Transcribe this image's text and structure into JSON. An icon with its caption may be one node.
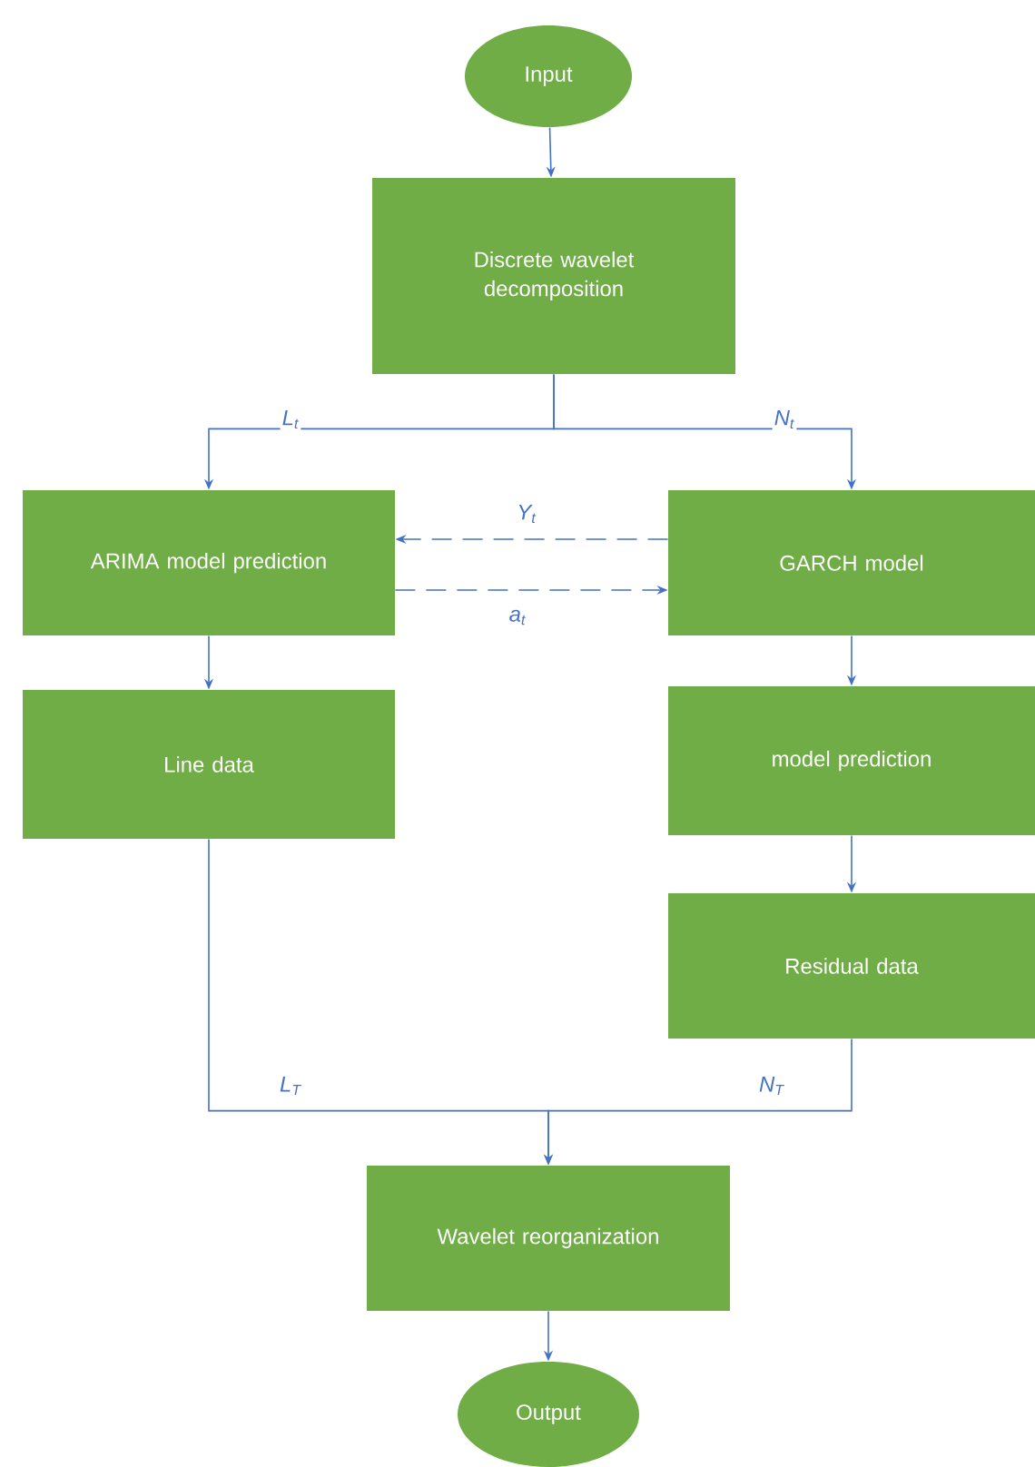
{
  "diagram": {
    "nodes": [
      {
        "text": [
          "Input"
        ]
      },
      {
        "text": [
          "Discrete wavelet decomposition"
        ]
      },
      {
        "text": [
          "ARIMA model prediction"
        ]
      },
      {
        "text": [
          "GARCH model"
        ]
      },
      {
        "text": [
          "Line  data"
        ]
      },
      {
        "text": [
          "model prediction"
        ]
      },
      {
        "text": [
          "Residual  data"
        ]
      },
      {
        "text": [
          "Wavelet reorganization"
        ]
      },
      {
        "text": [
          "Output"
        ]
      }
    ],
    "edges": [
      {
        "from": 0,
        "to": 1,
        "arrow": "to"
      },
      {
        "from": 1,
        "to": 2,
        "arrow": "to",
        "label": "L$_{t}$"
      },
      {
        "from": 1,
        "to": 3,
        "arrow": "to",
        "label": "N$_{t}$"
      },
      {
        "from": 3,
        "to": 2,
        "arrow": "to",
        "label": "Y$_{t}$",
        "style": "dashed"
      },
      {
        "from": 2,
        "to": 3,
        "arrow": "to",
        "label": "a$_{t}$",
        "style": "dashed"
      },
      {
        "from": 2,
        "to": 4,
        "arrow": "to"
      },
      {
        "from": 3,
        "to": 5,
        "arrow": "to"
      },
      {
        "from": 5,
        "to": 6,
        "arrow": "to"
      },
      {
        "from": 4,
        "to": 7,
        "arrow": "to",
        "label": "L$_{T}$"
      },
      {
        "from": 6,
        "to": 7,
        "arrow": "to",
        "label": "N$_{T}$"
      },
      {
        "from": 7,
        "to": 8,
        "arrow": "to"
      }
    ]
  }
}
